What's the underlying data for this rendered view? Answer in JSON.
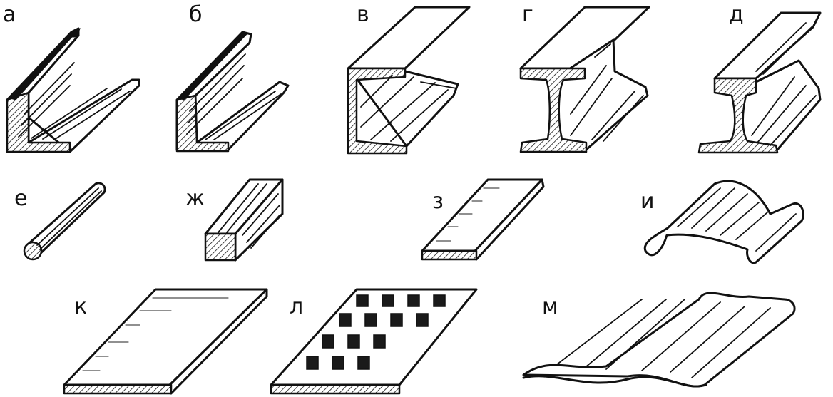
{
  "figure": {
    "items": [
      {
        "key": "a",
        "label": "а"
      },
      {
        "key": "b",
        "label": "б"
      },
      {
        "key": "v",
        "label": "в"
      },
      {
        "key": "g",
        "label": "г"
      },
      {
        "key": "d",
        "label": "д"
      },
      {
        "key": "e",
        "label": "е"
      },
      {
        "key": "zh",
        "label": "ж"
      },
      {
        "key": "z",
        "label": "з"
      },
      {
        "key": "i",
        "label": "и"
      },
      {
        "key": "k",
        "label": "к"
      },
      {
        "key": "l",
        "label": "л"
      },
      {
        "key": "m",
        "label": "м"
      }
    ]
  }
}
